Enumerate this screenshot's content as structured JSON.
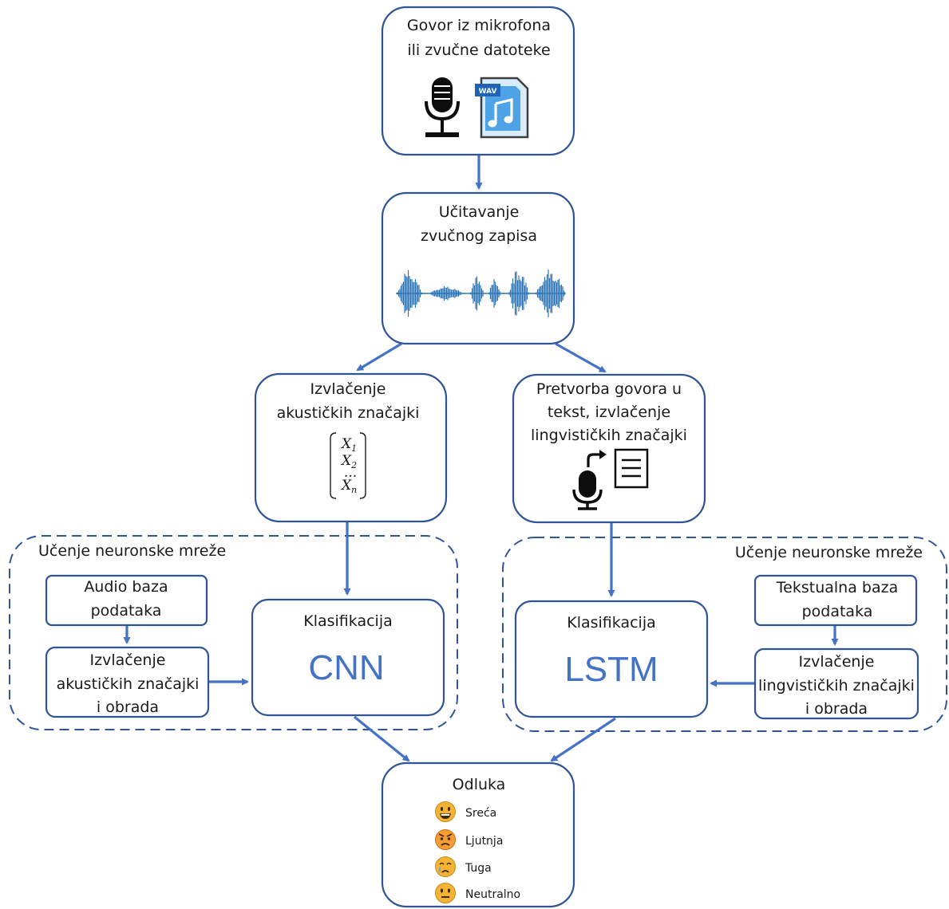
{
  "colors": {
    "box_border": "#2f5597",
    "arrow": "#4472c4",
    "model_text": "#4472c4",
    "emoji": "#f5b335"
  },
  "input": {
    "line1": "Govor iz mikrofona",
    "line2": "ili zvučne datoteke",
    "file_badge": "WAV",
    "icons": [
      "microphone-icon",
      "wav-file-icon"
    ]
  },
  "loading": {
    "line1": "Učitavanje",
    "line2": "zvučnog zapisa",
    "icon": "waveform-icon"
  },
  "acoustic": {
    "line1": "Izvlačenje",
    "line2": "akustičkih značajki",
    "vector": {
      "x": "X",
      "s1": "1",
      "s2": "2",
      "dots": "...",
      "sn": "n"
    }
  },
  "speech_to_text": {
    "line1": "Pretvorba govora u",
    "line2": "tekst, izvlačenje",
    "line3": "lingvističkih značajki",
    "icon": "speech-to-text-icon"
  },
  "left_group": {
    "title": "Učenje neuronske mreže",
    "db": {
      "line1": "Audio baza",
      "line2": "podataka"
    },
    "prep": {
      "line1": "Izvlačenje",
      "line2": "akustičkih značajki",
      "line3": "i obrada"
    },
    "classifier": {
      "label": "Klasifikacija",
      "model": "CNN"
    }
  },
  "right_group": {
    "title": "Učenje neuronske mreže",
    "db": {
      "line1": "Tekstualna baza",
      "line2": "podataka"
    },
    "prep": {
      "line1": "Izvlačenje",
      "line2": "lingvističkih značajki",
      "line3": "i obrada"
    },
    "classifier": {
      "label": "Klasifikacija",
      "model": "LSTM"
    }
  },
  "decision": {
    "title": "Odluka",
    "emotions": [
      {
        "label": "Sreća",
        "icon": "happy-emoji-icon"
      },
      {
        "label": "Ljutnja",
        "icon": "angry-emoji-icon"
      },
      {
        "label": "Tuga",
        "icon": "crying-emoji-icon"
      },
      {
        "label": "Neutralno",
        "icon": "neutral-emoji-icon"
      }
    ]
  }
}
